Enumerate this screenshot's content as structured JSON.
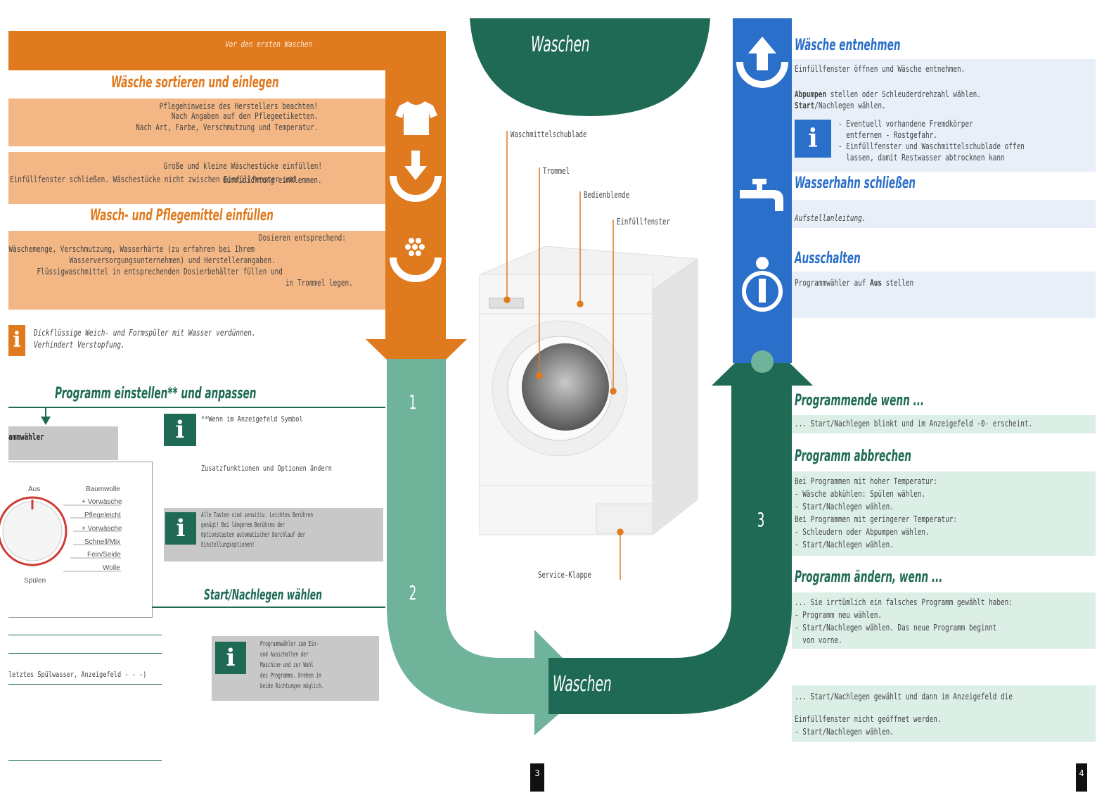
{
  "left": {
    "header_band": "Vor den ersten Waschen",
    "sort_title": "Wäsche sortieren und einlegen",
    "sort_lines": [
      "Pflegehinweise des Herstellers beachten!",
      "Nach Angaben auf den Pflegeetiketten.",
      "Nach Art, Farbe, Verschmutzung und Temperatur."
    ],
    "load_lines": [
      "Große und kleine Wäschestücke einfüllen!",
      "Einfüllfenster schließen. Wäschestücke nicht zwischen Einfüllfenster und",
      "Gummidichtung einklemmen."
    ],
    "detergent_title": "Wasch- und Pflegemittel einfüllen",
    "detergent_lines": [
      "Dosieren entsprechend:",
      "Wäschemenge, Verschmutzung, Wasserhärte (zu erfahren bei Ihrem",
      "Wasserversorgungsunternehmen) und Herstellerangaben.",
      "Flüssigwaschmittel in entsprechenden Dosierbehälter füllen und",
      "in Trommel legen."
    ],
    "info_note": [
      "Dickflüssige Weich- und Formspüler mit Wasser verdünnen.",
      "Verhindert Verstopfung."
    ],
    "program_title": "Programm einstellen** und anpassen",
    "selector_label": "ammwähler",
    "dial_labels": [
      "Aus",
      "Baumwolle",
      "+ Vorwäsche",
      "Pflegeleicht",
      "+ Vorwäsche",
      "Schnell/Mix",
      "Fein/Seide",
      "Wolle",
      "Spülen"
    ],
    "note1": "**Wenn im Anzeigefeld Symbol",
    "note2": "Zusatzfunktionen und Optionen ändern",
    "note3": [
      "Alle Tasten sind sensitiv. Leichtes Berühren",
      "genügt! Bei längerem Berühren der",
      "Optionstasten automatischer Durchlauf der",
      "Einstellungsoptionen!"
    ],
    "start_title": "Start/Nachlegen wählen",
    "start_note": [
      "Programmwähler zum Ein-",
      "und Ausschalten der",
      "Maschine und zur Wahl",
      "des Programms. Drehen in",
      "beide Richtungen möglich."
    ],
    "rinse_label": "letztes Spülwasser, Anzeigefeld - - -)"
  },
  "center": {
    "top_title": "Waschen",
    "bottom_title": "Waschen",
    "step1": "1",
    "step2": "2",
    "step3": "3",
    "callouts": [
      "Waschmittelschublade",
      "Trommel",
      "Bedienblende",
      "Einfüllfenster",
      "Service-Klappe"
    ],
    "page_left": "3"
  },
  "right": {
    "remove_title": "Wäsche entnehmen",
    "remove_line": "Einfüllfenster öffnen und Wäsche entnehmen.",
    "remove_line2a": "Abpumpen",
    "remove_line2b": " stellen oder Schleuderdrehzahl wählen.",
    "remove_line3a": "Start",
    "remove_line3b": "/Nachlegen wählen.",
    "remove_info": [
      "- Eventuell vorhandene Fremdkörper",
      "  entfernen - Rostgefahr.",
      "- Einfüllfenster und Waschmittelschublade offen",
      "  lassen, damit Restwasser abtrocknen kann"
    ],
    "tap_title": "Wasserhahn schließen",
    "tap_line": "Aufstellanleitung.",
    "off_title": "Ausschalten",
    "off_line_a": "Programmwähler auf ",
    "off_line_b": "Aus",
    "off_line_c": " stellen",
    "end_title": "Programmende wenn ...",
    "end_line": "... Start/Nachlegen blinkt und im Anzeigefeld -0- erscheint.",
    "cancel_title": "Programm abbrechen",
    "cancel_lines": [
      "Bei Programmen mit hoher Temperatur:",
      "- Wäsche abkühlen: Spülen wählen.",
      "- Start/Nachlegen wählen.",
      "Bei Programmen mit geringerer Temperatur:",
      "- Schleudern oder Abpumpen wählen.",
      "- Start/Nachlegen wählen."
    ],
    "change_title": "Programm ändern, wenn ...",
    "change_lines": [
      "... Sie irrtümlich ein falsches Programm gewählt haben:",
      "- Programm neu wählen.",
      "- Start/Nachlegen wählen. Das neue Programm beginnt",
      "  von vorne."
    ],
    "bottom_lines": [
      "... Start/Nachlegen gewählt und dann im Anzeigefeld die",
      "Einfüllfenster nicht geöffnet werden.",
      "- Start/Nachlegen wählen."
    ],
    "page_right": "4"
  },
  "colors": {
    "orange": "#e07a1e",
    "light_orange": "#f3b785",
    "teal": "#6fb39b",
    "dark_green": "#1e6a55",
    "blue": "#2a6fc9",
    "light_blue": "#e8eff9",
    "light_green": "#dcefe6"
  }
}
